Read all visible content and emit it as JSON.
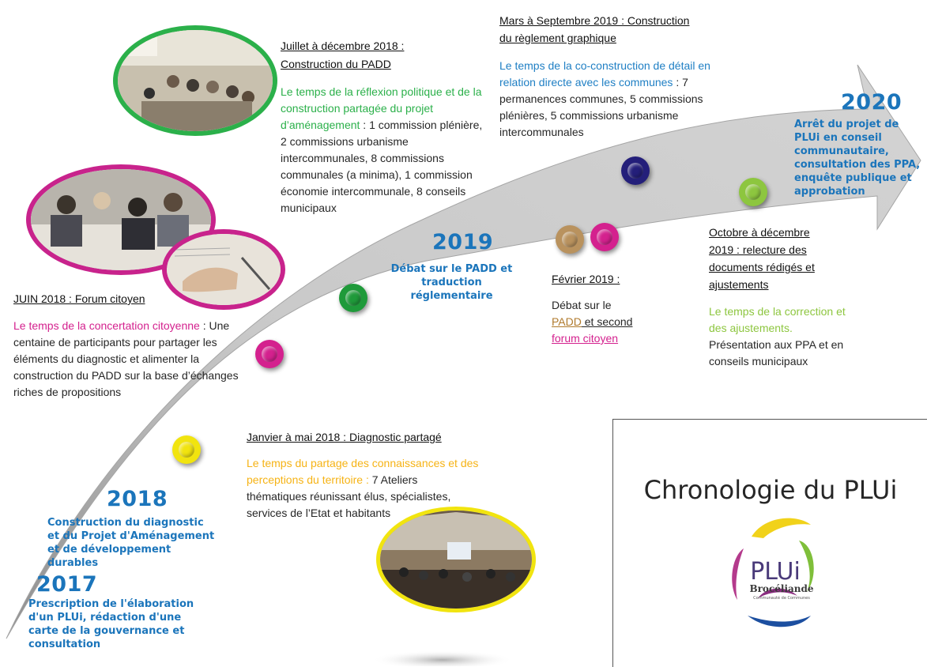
{
  "colors": {
    "blue": "#1b75bb",
    "green": "#2bb04a",
    "pink": "#d4218e",
    "yellow": "#f6b315",
    "lime": "#8dc63f",
    "navy": "#1f1b6e",
    "bronze": "#b07a2c",
    "arrow": "#b9b9b9"
  },
  "years": [
    {
      "year": "2017",
      "desc": "Prescription de l'élaboration d'un PLUi, rédaction d'une carte de la gouvernance et consultation"
    },
    {
      "year": "2018",
      "desc": "Construction du diagnostic et du Projet d'Aménagement et de développement durables"
    },
    {
      "year": "2019",
      "desc": "Débat sur le PADD et traduction réglementaire"
    },
    {
      "year": "2020",
      "desc": "Arrêt du projet de PLUi en conseil communautaire, consultation des PPA, enquête publique et approbation"
    }
  ],
  "events": {
    "jan2018": {
      "head": "Janvier à mai 2018 : Diagnostic partagé",
      "hl": "Le temps du partage des connaissances et des perceptions du territoire :",
      "body": " 7 Ateliers thématiques réunissant élus, spécialistes, services de l’Etat et habitants"
    },
    "jun2018": {
      "head": "JUIN 2018 : Forum citoyen",
      "hl": "Le temps de la concertation citoyenne",
      "body": " : Une centaine de participants pour partager les éléments du diagnostic et alimenter la construction du PADD sur la base d’échanges riches de propositions"
    },
    "jul2018": {
      "head1": "Juillet à décembre 2018 :",
      "head2": "Construction du PADD",
      "hl": "Le temps de la réflexion politique et de la construction partagée du projet d’aménagement",
      "body": " : 1 commission plénière, 2 commissions urbanisme intercommunales, 8 commissions communales (a minima), 1 commission économie intercommunale, 8 conseils municipaux"
    },
    "feb2019": {
      "head": "Février 2019 :",
      "p1": "Débat sur le",
      "padd": "PADD",
      "p2": " et second",
      "forum": "forum citoyen"
    },
    "mar2019": {
      "head1": "Mars à Septembre 2019 : Construction",
      "head2": "du règlement graphique",
      "hl": "Le temps de la co-construction de détail en relation directe avec les communes",
      "body": " : 7 permanences communes, 5 commissions plénières, 5 commissions urbanisme intercommunales"
    },
    "oct2019": {
      "head": "Octobre à décembre 2019 : relecture des documents rédigés et ajustements",
      "hl": "Le temps de la correction et des ajustements.",
      "body": "Présentation aux PPA et en conseils municipaux"
    }
  },
  "title": "Chronologie du PLUi",
  "logo": {
    "text": "PLUi",
    "sub": "Brocéliande",
    "tiny": "Communauté de Communes"
  }
}
